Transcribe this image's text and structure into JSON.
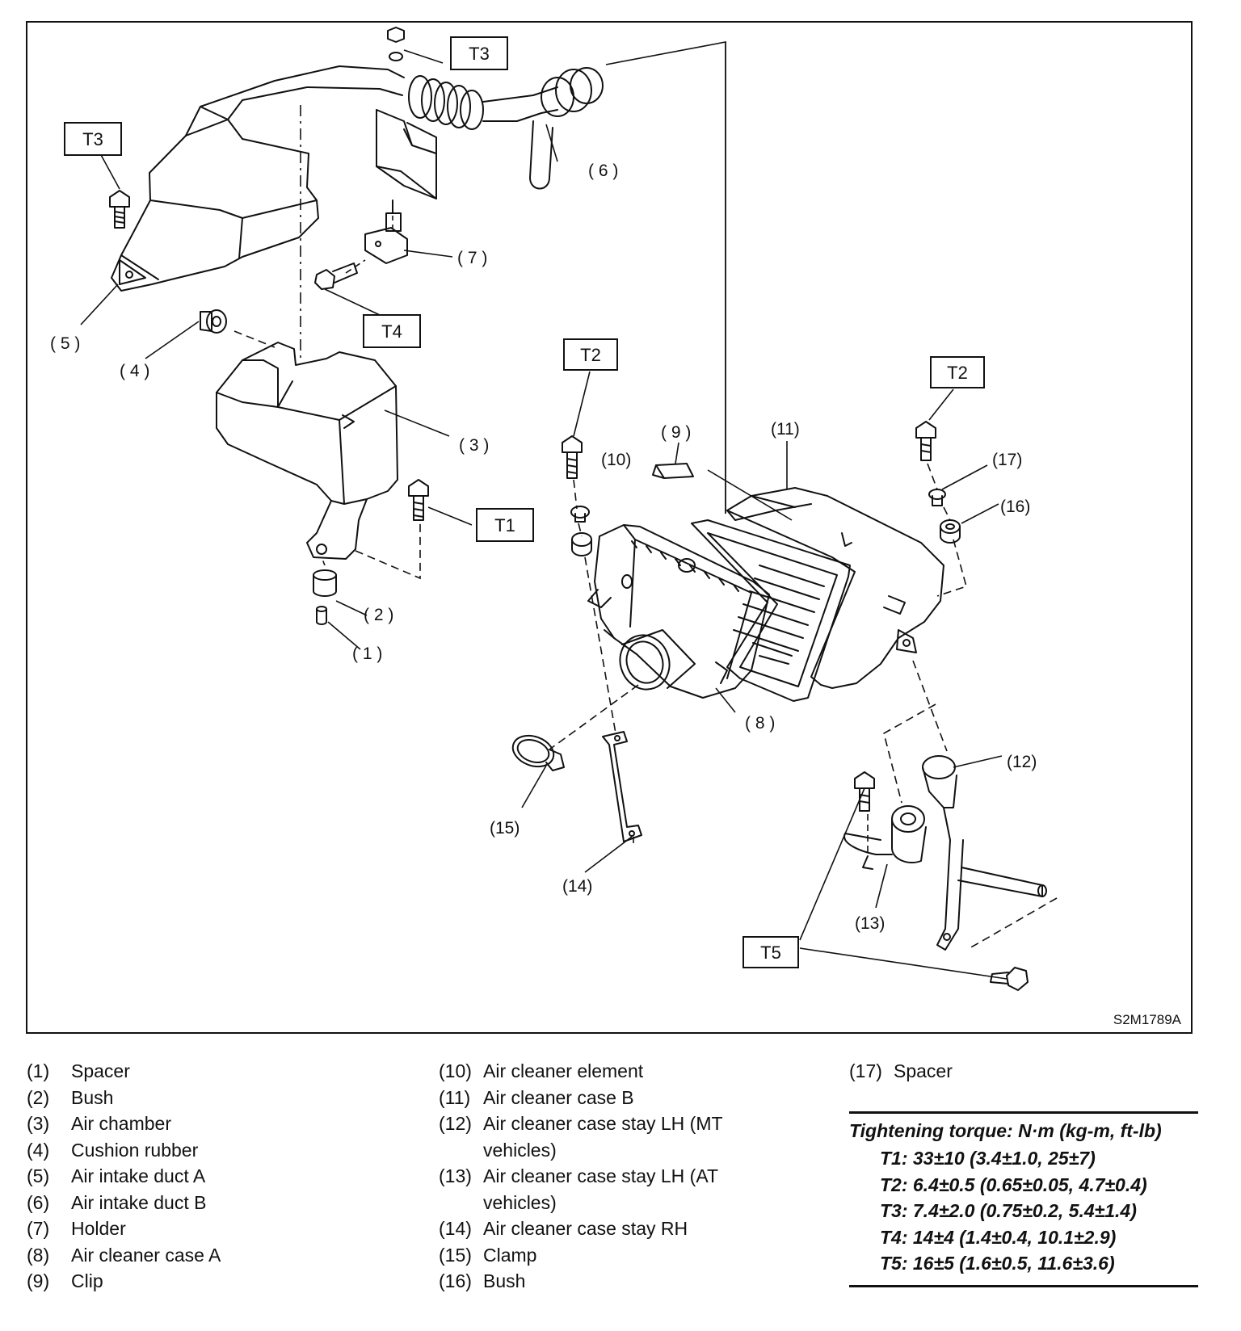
{
  "diagram": {
    "code": "S2M1789A",
    "callouts": [
      {
        "id": "c1",
        "text": "( 1 )"
      },
      {
        "id": "c2",
        "text": "( 2 )"
      },
      {
        "id": "c3",
        "text": "( 3 )"
      },
      {
        "id": "c4",
        "text": "( 4 )"
      },
      {
        "id": "c5",
        "text": "( 5 )"
      },
      {
        "id": "c6",
        "text": "( 6 )"
      },
      {
        "id": "c7",
        "text": "( 7 )"
      },
      {
        "id": "c8",
        "text": "( 8 )"
      },
      {
        "id": "c9",
        "text": "( 9 )"
      },
      {
        "id": "c10",
        "text": "(10)"
      },
      {
        "id": "c11",
        "text": "(11)"
      },
      {
        "id": "c12",
        "text": "(12)"
      },
      {
        "id": "c13",
        "text": "(13)"
      },
      {
        "id": "c14",
        "text": "(14)"
      },
      {
        "id": "c15",
        "text": "(15)"
      },
      {
        "id": "c16",
        "text": "(16)"
      },
      {
        "id": "c17",
        "text": "(17)"
      }
    ],
    "torque_tags": [
      "T3",
      "T3",
      "T4",
      "T1",
      "T2",
      "T2",
      "T5"
    ]
  },
  "legend": {
    "col1": [
      {
        "num": "(1)",
        "name": "Spacer"
      },
      {
        "num": "(2)",
        "name": "Bush"
      },
      {
        "num": "(3)",
        "name": "Air chamber"
      },
      {
        "num": "(4)",
        "name": "Cushion rubber"
      },
      {
        "num": "(5)",
        "name": "Air intake duct A"
      },
      {
        "num": "(6)",
        "name": "Air intake duct B"
      },
      {
        "num": "(7)",
        "name": "Holder"
      },
      {
        "num": "(8)",
        "name": "Air cleaner case A"
      },
      {
        "num": "(9)",
        "name": "Clip"
      }
    ],
    "col2": [
      {
        "num": "(10)",
        "name": "Air cleaner element"
      },
      {
        "num": "(11)",
        "name": "Air cleaner case B"
      },
      {
        "num": "(12)",
        "name": "Air cleaner case stay LH (MT\nvehicles)"
      },
      {
        "num": "(13)",
        "name": "Air cleaner case stay LH (AT\nvehicles)"
      },
      {
        "num": "(14)",
        "name": "Air cleaner case stay RH"
      },
      {
        "num": "(15)",
        "name": "Clamp"
      },
      {
        "num": "(16)",
        "name": "Bush"
      }
    ],
    "col3": [
      {
        "num": "(17)",
        "name": "Spacer"
      }
    ]
  },
  "torque": {
    "title": "Tightening torque: N·m (kg-m, ft-lb)",
    "rows": [
      "T1: 33±10 (3.4±1.0, 25±7)",
      "T2: 6.4±0.5 (0.65±0.05, 4.7±0.4)",
      "T3: 7.4±2.0 (0.75±0.2, 5.4±1.4)",
      "T4: 14±4 (1.4±0.4, 10.1±2.9)",
      "T5: 16±5 (1.6±0.5, 11.6±3.6)"
    ]
  }
}
